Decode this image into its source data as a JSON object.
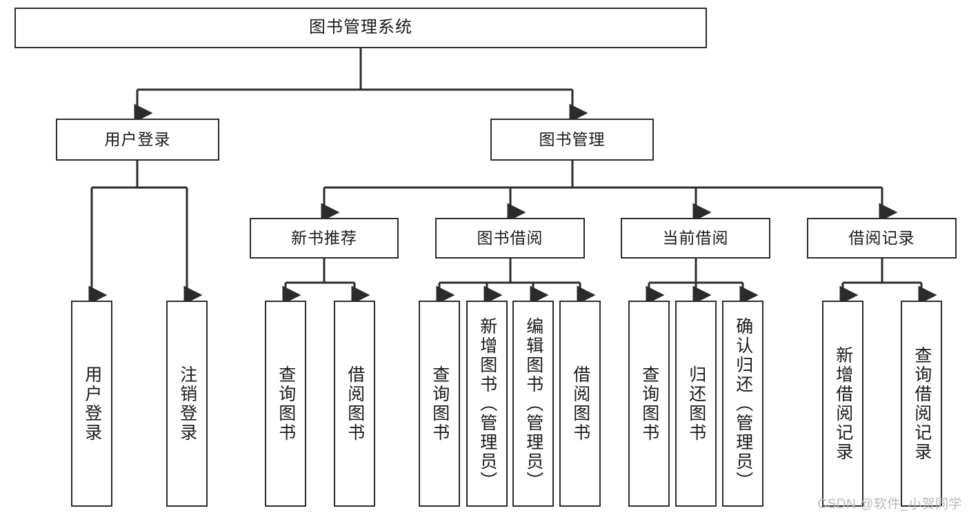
{
  "diagram": {
    "title_node": {
      "label": "图书管理系统"
    },
    "level2": [
      {
        "id": "user-login",
        "label": "用户登录"
      },
      {
        "id": "book-management",
        "label": "图书管理"
      }
    ],
    "level3": [
      {
        "id": "new-book-recommend",
        "label": "新书推荐"
      },
      {
        "id": "book-borrow",
        "label": "图书借阅"
      },
      {
        "id": "current-borrow",
        "label": "当前借阅"
      },
      {
        "id": "borrow-record",
        "label": "借阅记录"
      }
    ],
    "leaves": [
      {
        "id": "leaf-user-login",
        "label": "用户登录",
        "parent": "user-login"
      },
      {
        "id": "leaf-logout-login",
        "label": "注销登录",
        "parent": "user-login"
      },
      {
        "id": "leaf-query-book-1",
        "label": "查询图书",
        "parent": "new-book-recommend"
      },
      {
        "id": "leaf-borrow-book-1",
        "label": "借阅图书",
        "parent": "new-book-recommend"
      },
      {
        "id": "leaf-query-book-2",
        "label": "查询图书",
        "parent": "book-borrow"
      },
      {
        "id": "leaf-add-book",
        "label": "新增图书（管理员）",
        "parent": "book-borrow"
      },
      {
        "id": "leaf-edit-book",
        "label": "编辑图书（管理员）",
        "parent": "book-borrow"
      },
      {
        "id": "leaf-borrow-book-2",
        "label": "借阅图书",
        "parent": "book-borrow"
      },
      {
        "id": "leaf-query-book-3",
        "label": "查询图书",
        "parent": "current-borrow"
      },
      {
        "id": "leaf-return-book",
        "label": "归还图书",
        "parent": "current-borrow"
      },
      {
        "id": "leaf-confirm-return",
        "label": "确认归还（管理员）",
        "parent": "current-borrow"
      },
      {
        "id": "leaf-add-record",
        "label": "新增借阅记录",
        "parent": "borrow-record"
      },
      {
        "id": "leaf-query-record",
        "label": "查询借阅记录",
        "parent": "borrow-record"
      }
    ],
    "colors": {
      "stroke": "#2b2b2b",
      "box_fill": "#ffffff",
      "text": "#1a1a1a",
      "watermark": "#b9b9b9",
      "background": "#ffffff"
    }
  },
  "watermark": {
    "text": "CSDN @软件_小贺同学"
  }
}
